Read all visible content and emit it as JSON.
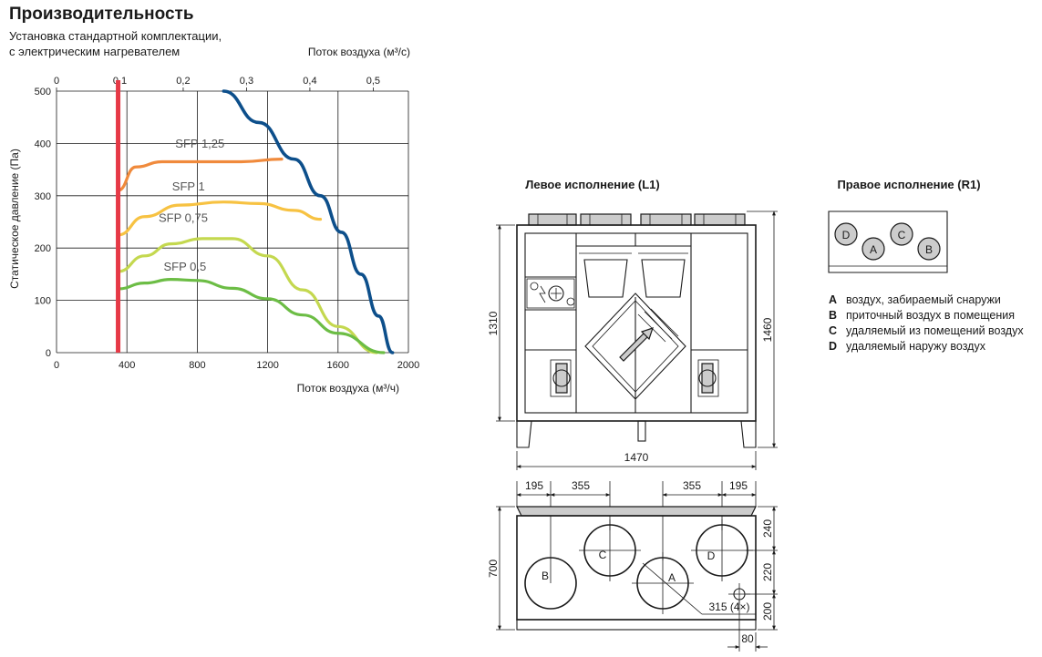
{
  "chart_data": {
    "type": "line",
    "title": "Производительность",
    "subtitle_lines": [
      "Установка стандартной комплектации,",
      "с электрическим нагревателем"
    ],
    "xlabel": "Поток воздуха (м³/ч)",
    "x2label": "Поток воздуха (м³/с)",
    "ylabel": "Статическое давление (Па)",
    "xlim": [
      0,
      2000
    ],
    "ylim": [
      0,
      500
    ],
    "x_ticks": [
      "0",
      "400",
      "800",
      "1200",
      "1600",
      "2000"
    ],
    "x2_ticks": [
      "0",
      "0,1",
      "0,2",
      "0,3",
      "0,4",
      "0,5"
    ],
    "y_ticks": [
      "0",
      "100",
      "200",
      "300",
      "400",
      "500"
    ],
    "grid": true,
    "min_flow_line": {
      "x": 350,
      "color": "#e63946"
    },
    "max_curve": {
      "color": "#0d4f8b",
      "points": [
        [
          950,
          500
        ],
        [
          1150,
          440
        ],
        [
          1350,
          370
        ],
        [
          1500,
          300
        ],
        [
          1620,
          230
        ],
        [
          1730,
          150
        ],
        [
          1830,
          70
        ],
        [
          1910,
          0
        ]
      ]
    },
    "series": [
      {
        "name": "SFP 1,25",
        "color": "#f08a3c",
        "points": [
          [
            350,
            310
          ],
          [
            450,
            355
          ],
          [
            600,
            365
          ],
          [
            800,
            365
          ],
          [
            1050,
            365
          ],
          [
            1280,
            370
          ]
        ]
      },
      {
        "name": "SFP 1",
        "color": "#f7c242",
        "points": [
          [
            350,
            225
          ],
          [
            500,
            260
          ],
          [
            700,
            282
          ],
          [
            950,
            288
          ],
          [
            1150,
            285
          ],
          [
            1350,
            272
          ],
          [
            1500,
            255
          ]
        ]
      },
      {
        "name": "SFP 0,75",
        "color": "#c4d84f",
        "points": [
          [
            350,
            155
          ],
          [
            500,
            185
          ],
          [
            650,
            208
          ],
          [
            830,
            218
          ],
          [
            1000,
            218
          ],
          [
            1200,
            185
          ],
          [
            1400,
            120
          ],
          [
            1600,
            50
          ],
          [
            1820,
            0
          ]
        ]
      },
      {
        "name": "SFP 0,5",
        "color": "#6cbd45",
        "points": [
          [
            350,
            122
          ],
          [
            500,
            133
          ],
          [
            650,
            140
          ],
          [
            800,
            138
          ],
          [
            1000,
            123
          ],
          [
            1200,
            103
          ],
          [
            1400,
            72
          ],
          [
            1600,
            37
          ],
          [
            1860,
            0
          ]
        ]
      }
    ]
  },
  "variants": {
    "left_title": "Левое исполнение (L1)",
    "right_title": "Правое исполнение (R1)",
    "right_ports": [
      "D",
      "A",
      "C",
      "B"
    ]
  },
  "front_dims": {
    "height": "1310",
    "total_height": "1460",
    "width": "1470"
  },
  "top_dims": {
    "w1": "195",
    "w2": "355",
    "w3": "355",
    "w4": "195",
    "depth": "700",
    "h1": "240",
    "h2": "220",
    "h3": "200",
    "offset": "80",
    "duct": "315 (4×)"
  },
  "top_ports": [
    "B",
    "C",
    "A",
    "D"
  ],
  "legend": [
    {
      "key": "A",
      "text": "воздух,  забираемый снаружи"
    },
    {
      "key": "B",
      "text": "приточный воздух в помещения"
    },
    {
      "key": "C",
      "text": "удаляемый из помещений воздух"
    },
    {
      "key": "D",
      "text": "удаляемый наружу воздух"
    }
  ]
}
